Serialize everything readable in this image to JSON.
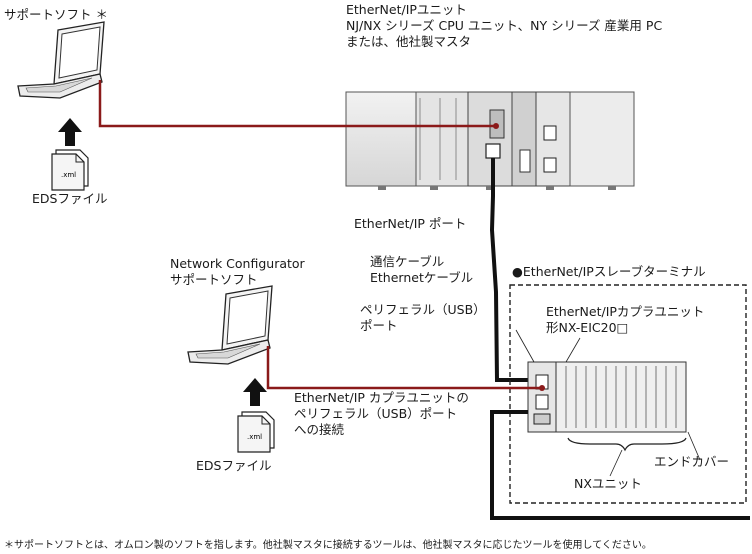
{
  "labels": {
    "support_software_top": "サポートソフト ＊",
    "eds_file_top": "EDSファイル",
    "xml_tag": ".xml",
    "eip_unit_line1": "EtherNet/IPユニット",
    "eip_unit_line2": "NJ/NX シリーズ CPU ユニット、NY シリーズ 産業用 PC",
    "eip_unit_line3": "または、他社製マスタ",
    "eip_port": "EtherNet/IP ポート",
    "cable_line1": "通信ケーブル",
    "cable_line2": "Ethernetケーブル",
    "netconf_line1": "Network Configurator",
    "netconf_line2": "サポートソフト",
    "slave_terminal": "●EtherNet/IPスレーブターミナル",
    "coupler_line1": "EtherNet/IPカプラユニット",
    "coupler_line2": "形NX-EIC20□",
    "usb_port_line1": "ペリフェラル（USB）",
    "usb_port_line2": "ポート",
    "usb_conn_line1": "EtherNet/IP カプラユニットの",
    "usb_conn_line2": "ペリフェラル（USB）ポート",
    "usb_conn_line3": "への接続",
    "eds_file_bottom": "EDSファイル",
    "end_cover": "エンドカバー",
    "nx_unit": "NXユニット",
    "footnote": "＊サポートソフトとは、オムロン製のソフトを指します。他社製マスタに接続するツールは、他社製マスタに応じたツールを使用してください。"
  },
  "colors": {
    "usb_cable": "#8b1a1a",
    "ethernet_cable": "#111111",
    "device_fill": "#e8e8e8"
  }
}
